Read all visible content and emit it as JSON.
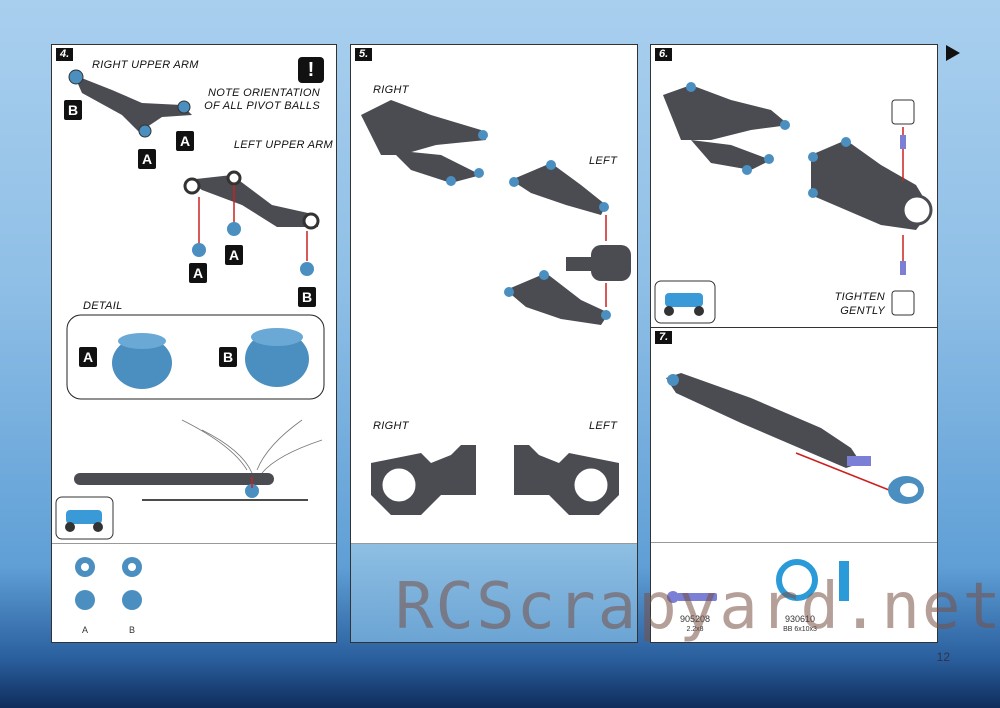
{
  "next_arrow": "play-triangle",
  "steps": {
    "s4": {
      "number": "4.",
      "right_upper_arm": "RIGHT UPPER ARM",
      "note_line1": "NOTE ORIENTATION",
      "note_line2": "OF ALL PIVOT BALLS",
      "left_upper_arm": "LEFT UPPER ARM",
      "detail": "DETAIL",
      "tags": [
        "B",
        "A",
        "A",
        "A",
        "A",
        "B",
        "A",
        "B"
      ],
      "foot_a": "A",
      "foot_b": "B"
    },
    "s5": {
      "number": "5.",
      "right_top": "RIGHT",
      "left_top": "LEFT",
      "right_bottom": "RIGHT",
      "left_bottom": "LEFT"
    },
    "s6": {
      "number": "6.",
      "tighten1": "TIGHTEN",
      "tighten2": "GENTLY"
    },
    "s7": {
      "number": "7.",
      "part1_no": "905208",
      "part1_desc": "2.2x8",
      "part2_no": "930610",
      "part2_desc": "BB 6x10x3"
    }
  },
  "watermark": "RCScrapyard.net",
  "page_number": "12",
  "colors": {
    "part_blue": "#4a8fc0",
    "arm_grey": "#4a4c52",
    "arrow_red": "#cc2020"
  }
}
